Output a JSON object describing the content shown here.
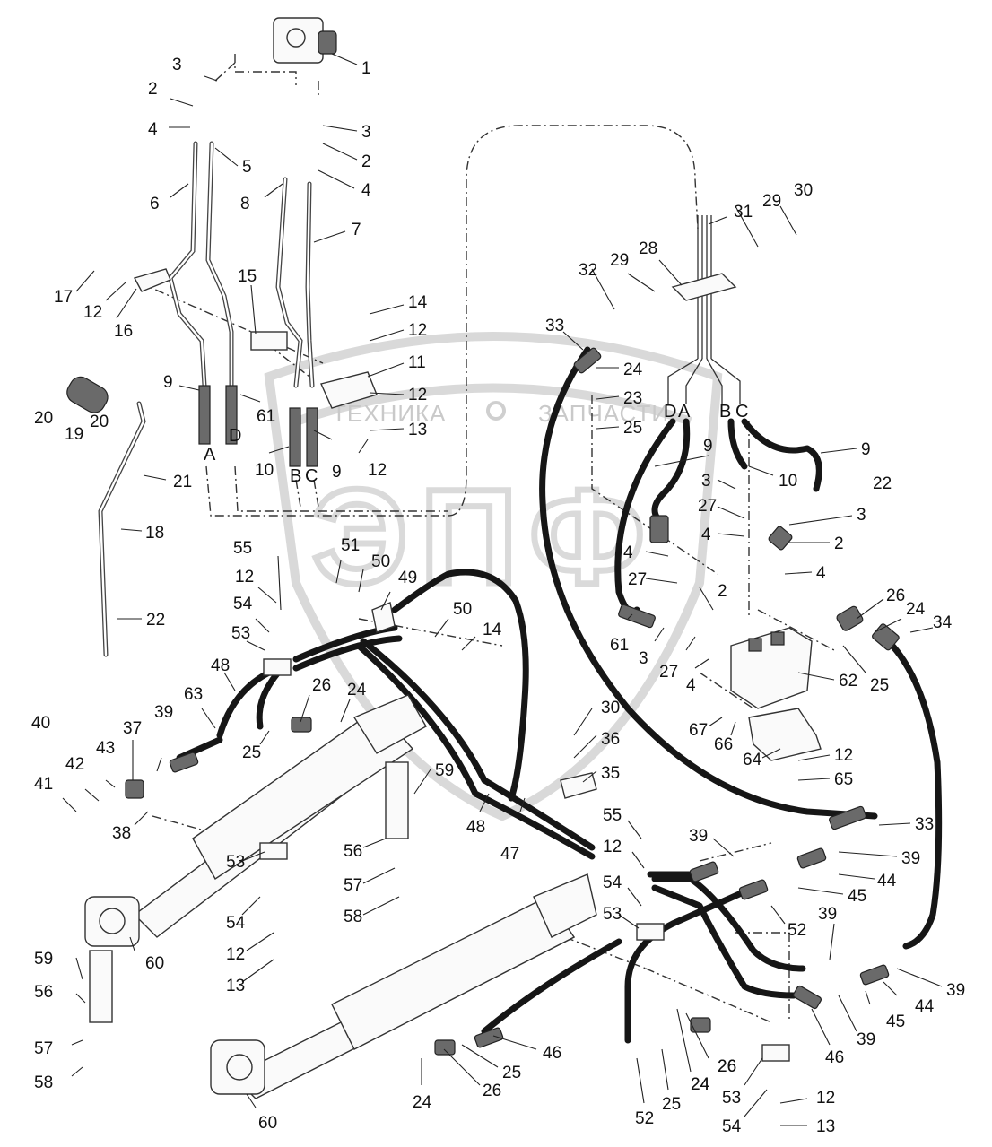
{
  "watermark": {
    "left_text": "ТЕХНИКА",
    "right_text": "ЗАПЧАСТИ",
    "big_letters": "ЭПФ"
  },
  "ports": [
    {
      "label": "A"
    },
    {
      "label": "D"
    },
    {
      "label": "B"
    },
    {
      "label": "C"
    },
    {
      "label": "D"
    },
    {
      "label": "A"
    },
    {
      "label": "B"
    },
    {
      "label": "C"
    }
  ],
  "callouts": [
    {
      "n": "1"
    },
    {
      "n": "3"
    },
    {
      "n": "2"
    },
    {
      "n": "4"
    },
    {
      "n": "5"
    },
    {
      "n": "6"
    },
    {
      "n": "3"
    },
    {
      "n": "2"
    },
    {
      "n": "4"
    },
    {
      "n": "8"
    },
    {
      "n": "7"
    },
    {
      "n": "17"
    },
    {
      "n": "12"
    },
    {
      "n": "16"
    },
    {
      "n": "15"
    },
    {
      "n": "14"
    },
    {
      "n": "12"
    },
    {
      "n": "11"
    },
    {
      "n": "12"
    },
    {
      "n": "13"
    },
    {
      "n": "20"
    },
    {
      "n": "19"
    },
    {
      "n": "20"
    },
    {
      "n": "9"
    },
    {
      "n": "61"
    },
    {
      "n": "10"
    },
    {
      "n": "9"
    },
    {
      "n": "12"
    },
    {
      "n": "21"
    },
    {
      "n": "18"
    },
    {
      "n": "22"
    },
    {
      "n": "33"
    },
    {
      "n": "24"
    },
    {
      "n": "23"
    },
    {
      "n": "25"
    },
    {
      "n": "32"
    },
    {
      "n": "29"
    },
    {
      "n": "28"
    },
    {
      "n": "31"
    },
    {
      "n": "29"
    },
    {
      "n": "30"
    },
    {
      "n": "9"
    },
    {
      "n": "10"
    },
    {
      "n": "9"
    },
    {
      "n": "22"
    },
    {
      "n": "3"
    },
    {
      "n": "27"
    },
    {
      "n": "3"
    },
    {
      "n": "4"
    },
    {
      "n": "2"
    },
    {
      "n": "4"
    },
    {
      "n": "4"
    },
    {
      "n": "27"
    },
    {
      "n": "2"
    },
    {
      "n": "61"
    },
    {
      "n": "3"
    },
    {
      "n": "27"
    },
    {
      "n": "4"
    },
    {
      "n": "26"
    },
    {
      "n": "24"
    },
    {
      "n": "34"
    },
    {
      "n": "25"
    },
    {
      "n": "62"
    },
    {
      "n": "67"
    },
    {
      "n": "66"
    },
    {
      "n": "64"
    },
    {
      "n": "12"
    },
    {
      "n": "65"
    },
    {
      "n": "55"
    },
    {
      "n": "51"
    },
    {
      "n": "50"
    },
    {
      "n": "12"
    },
    {
      "n": "49"
    },
    {
      "n": "54"
    },
    {
      "n": "50"
    },
    {
      "n": "53"
    },
    {
      "n": "14"
    },
    {
      "n": "48"
    },
    {
      "n": "63"
    },
    {
      "n": "26"
    },
    {
      "n": "24"
    },
    {
      "n": "40"
    },
    {
      "n": "37"
    },
    {
      "n": "39"
    },
    {
      "n": "43"
    },
    {
      "n": "42"
    },
    {
      "n": "41"
    },
    {
      "n": "38"
    },
    {
      "n": "25"
    },
    {
      "n": "30"
    },
    {
      "n": "36"
    },
    {
      "n": "59"
    },
    {
      "n": "35"
    },
    {
      "n": "48"
    },
    {
      "n": "47"
    },
    {
      "n": "56"
    },
    {
      "n": "57"
    },
    {
      "n": "58"
    },
    {
      "n": "53"
    },
    {
      "n": "54"
    },
    {
      "n": "12"
    },
    {
      "n": "13"
    },
    {
      "n": "60"
    },
    {
      "n": "59"
    },
    {
      "n": "56"
    },
    {
      "n": "57"
    },
    {
      "n": "58"
    },
    {
      "n": "55"
    },
    {
      "n": "33"
    },
    {
      "n": "39"
    },
    {
      "n": "12"
    },
    {
      "n": "39"
    },
    {
      "n": "44"
    },
    {
      "n": "45"
    },
    {
      "n": "54"
    },
    {
      "n": "52"
    },
    {
      "n": "53"
    },
    {
      "n": "39"
    },
    {
      "n": "39"
    },
    {
      "n": "44"
    },
    {
      "n": "45"
    },
    {
      "n": "39"
    },
    {
      "n": "46"
    },
    {
      "n": "46"
    },
    {
      "n": "25"
    },
    {
      "n": "26"
    },
    {
      "n": "24"
    },
    {
      "n": "26"
    },
    {
      "n": "24"
    },
    {
      "n": "60"
    },
    {
      "n": "52"
    },
    {
      "n": "25"
    },
    {
      "n": "24"
    },
    {
      "n": "26"
    },
    {
      "n": "53"
    },
    {
      "n": "12"
    },
    {
      "n": "54"
    },
    {
      "n": "13"
    }
  ]
}
